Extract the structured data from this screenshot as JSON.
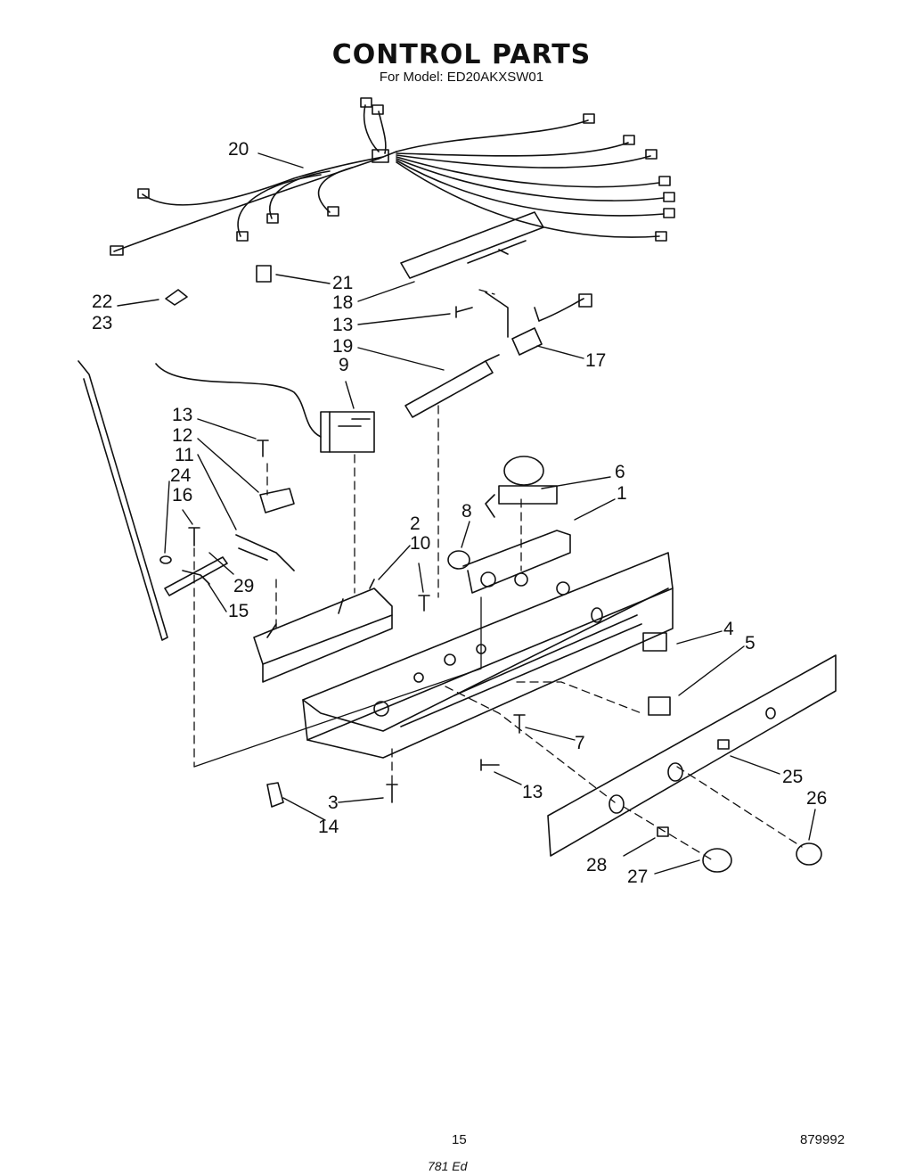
{
  "header": {
    "title": "CONTROL PARTS",
    "subtitle": "For Model: ED20AKXSW01"
  },
  "callouts": {
    "c1": "1",
    "c2": "2",
    "c3": "3",
    "c4": "4",
    "c5": "5",
    "c6": "6",
    "c7": "7",
    "c8": "8",
    "c9": "9",
    "c10": "10",
    "c11": "11",
    "c12": "12",
    "c13a": "13",
    "c13b": "13",
    "c13c": "13",
    "c14": "14",
    "c15": "15",
    "c16": "16",
    "c17": "17",
    "c18": "18",
    "c19": "19",
    "c20": "20",
    "c21": "21",
    "c22": "22",
    "c23": "23",
    "c24": "24",
    "c25": "25",
    "c26": "26",
    "c27": "27",
    "c28": "28",
    "c29": "29"
  },
  "footer": {
    "page_number": "15",
    "document_number": "879992",
    "footnote": "781 Ed"
  },
  "colors": {
    "ink": "#111111",
    "paper": "#ffffff"
  }
}
